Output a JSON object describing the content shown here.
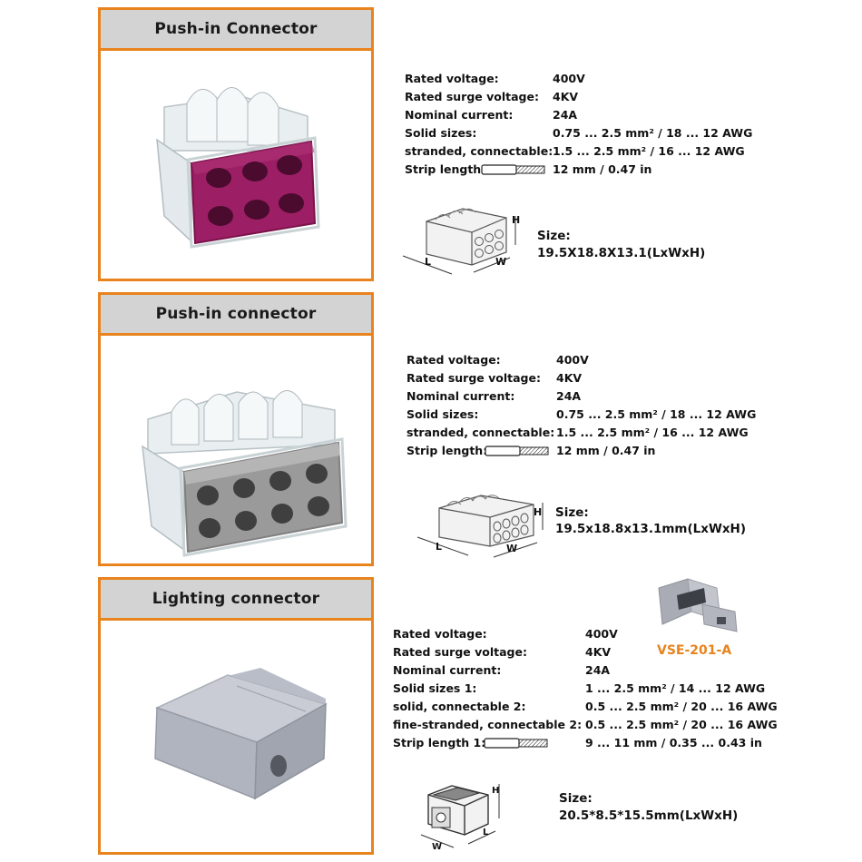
{
  "colors": {
    "frame": "#e8831e",
    "header_bg": "#d3d3d3",
    "accent_text": "#e8831e"
  },
  "products": [
    {
      "title": "Push-in Connector",
      "specs": [
        {
          "label": "Rated voltage:",
          "value": "400V"
        },
        {
          "label": "Rated surge voltage:",
          "value": "4KV"
        },
        {
          "label": "Nominal current:",
          "value": "24A"
        },
        {
          "label": "Solid sizes:",
          "value": "0.75 ... 2.5 mm² / 18 ... 12 AWG"
        },
        {
          "label": "stranded, connectable:",
          "value": "1.5 ... 2.5 mm² / 16 ... 12 AWG"
        },
        {
          "label": "Strip length:",
          "value": "12 mm / 0.47 in"
        }
      ],
      "size_label": "Size:",
      "size_value": "19.5X18.8X13.1(LxWxH)",
      "dims": {
        "l": "L",
        "w": "W",
        "h": "H"
      }
    },
    {
      "title": "Push-in connector",
      "specs": [
        {
          "label": "Rated voltage:",
          "value": "400V"
        },
        {
          "label": "Rated surge voltage:",
          "value": "4KV"
        },
        {
          "label": "Nominal current:",
          "value": "24A"
        },
        {
          "label": "Solid sizes:",
          "value": "0.75 ... 2.5 mm² / 18 ... 12 AWG"
        },
        {
          "label": "stranded, connectable:",
          "value": "1.5 ... 2.5 mm² / 16 ... 12 AWG"
        },
        {
          "label": "Strip length:",
          "value": "12 mm / 0.47 in"
        }
      ],
      "size_label": "Size:",
      "size_value": "19.5x18.8x13.1mm(LxWxH)",
      "dims": {
        "l": "L",
        "w": "W",
        "h": "H"
      }
    },
    {
      "title": "Lighting connector",
      "specs": [
        {
          "label": "Rated voltage:",
          "value": "400V"
        },
        {
          "label": "Rated surge voltage:",
          "value": "4KV"
        },
        {
          "label": "Nominal current:",
          "value": "24A"
        },
        {
          "label": "Solid sizes 1:",
          "value": "1 ... 2.5 mm² / 14 ... 12 AWG"
        },
        {
          "label": "solid, connectable 2:",
          "value": "0.5 ... 2.5 mm² / 20 ... 16 AWG"
        },
        {
          "label": "fine-stranded, connectable 2:",
          "value": "0.5 ... 2.5 mm² / 20 ... 16 AWG"
        },
        {
          "label": "Strip length 1:",
          "value": "9 ... 11 mm / 0.35 ... 0.43 in"
        }
      ],
      "size_label": "Size:",
      "size_value": "20.5*8.5*15.5mm(LxWxH)",
      "dims": {
        "l": "L",
        "w": "W",
        "h": "H"
      },
      "model": "VSE-201-A"
    }
  ]
}
